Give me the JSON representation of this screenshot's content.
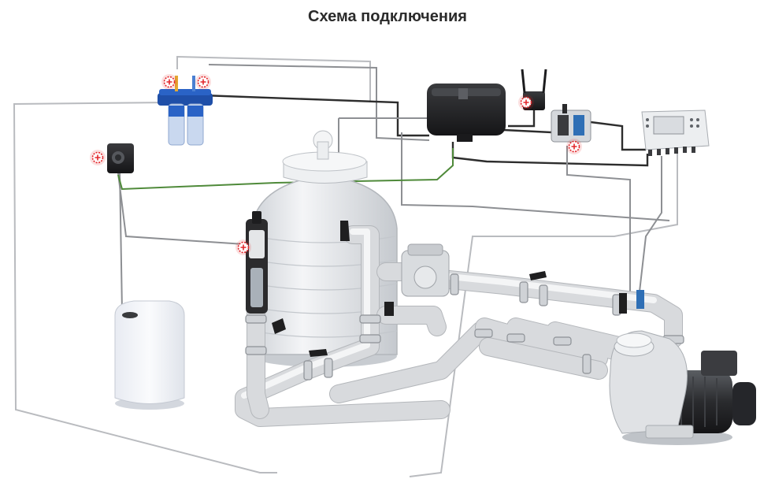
{
  "title": "Схема подключения",
  "components": [
    "filter",
    "pump",
    "controller",
    "control-panel",
    "dosing-pump",
    "chemical-tank",
    "sensor-holder",
    "probe-block",
    "wifi-module",
    "flow-cell"
  ],
  "icons": {
    "marker": "plus-in-red-dashed-circle"
  },
  "colors": {
    "marker": "#e3262b",
    "data_wire": "#2d2d2d",
    "ground_wire": "#4f8a3a",
    "hose": "#8d8f93",
    "pipe": "#d8dadd"
  }
}
